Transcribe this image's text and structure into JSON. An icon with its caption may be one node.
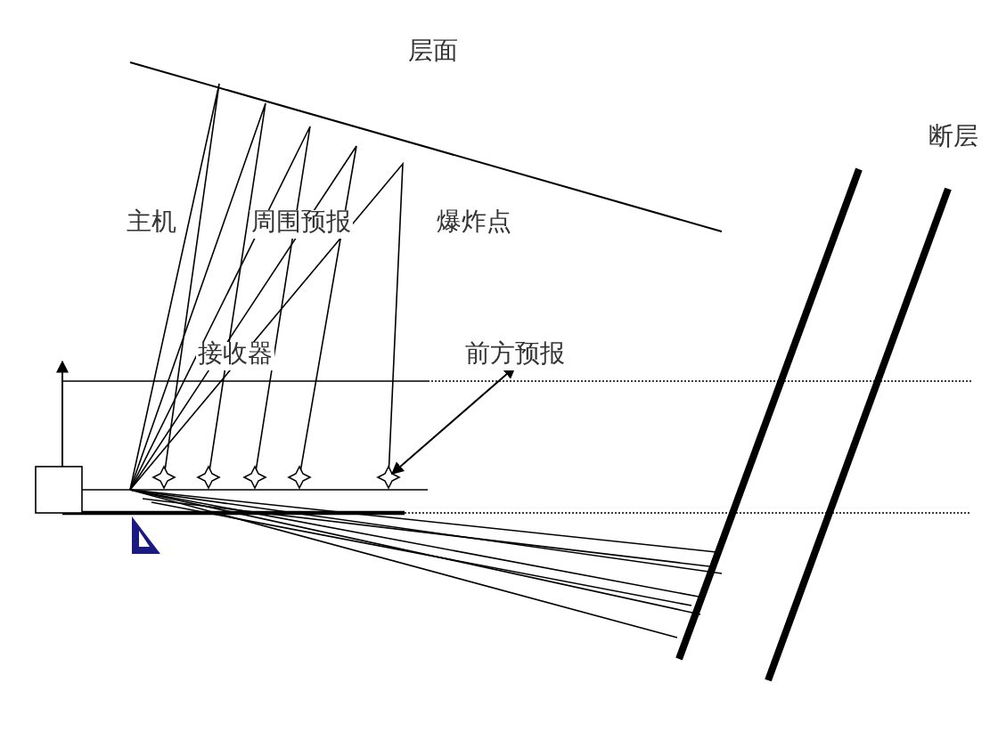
{
  "diagram": {
    "labels": [
      "层面",
      "断层",
      "主机",
      "周围预报",
      "爆炸点",
      "接收器",
      "前方预报"
    ]
  }
}
